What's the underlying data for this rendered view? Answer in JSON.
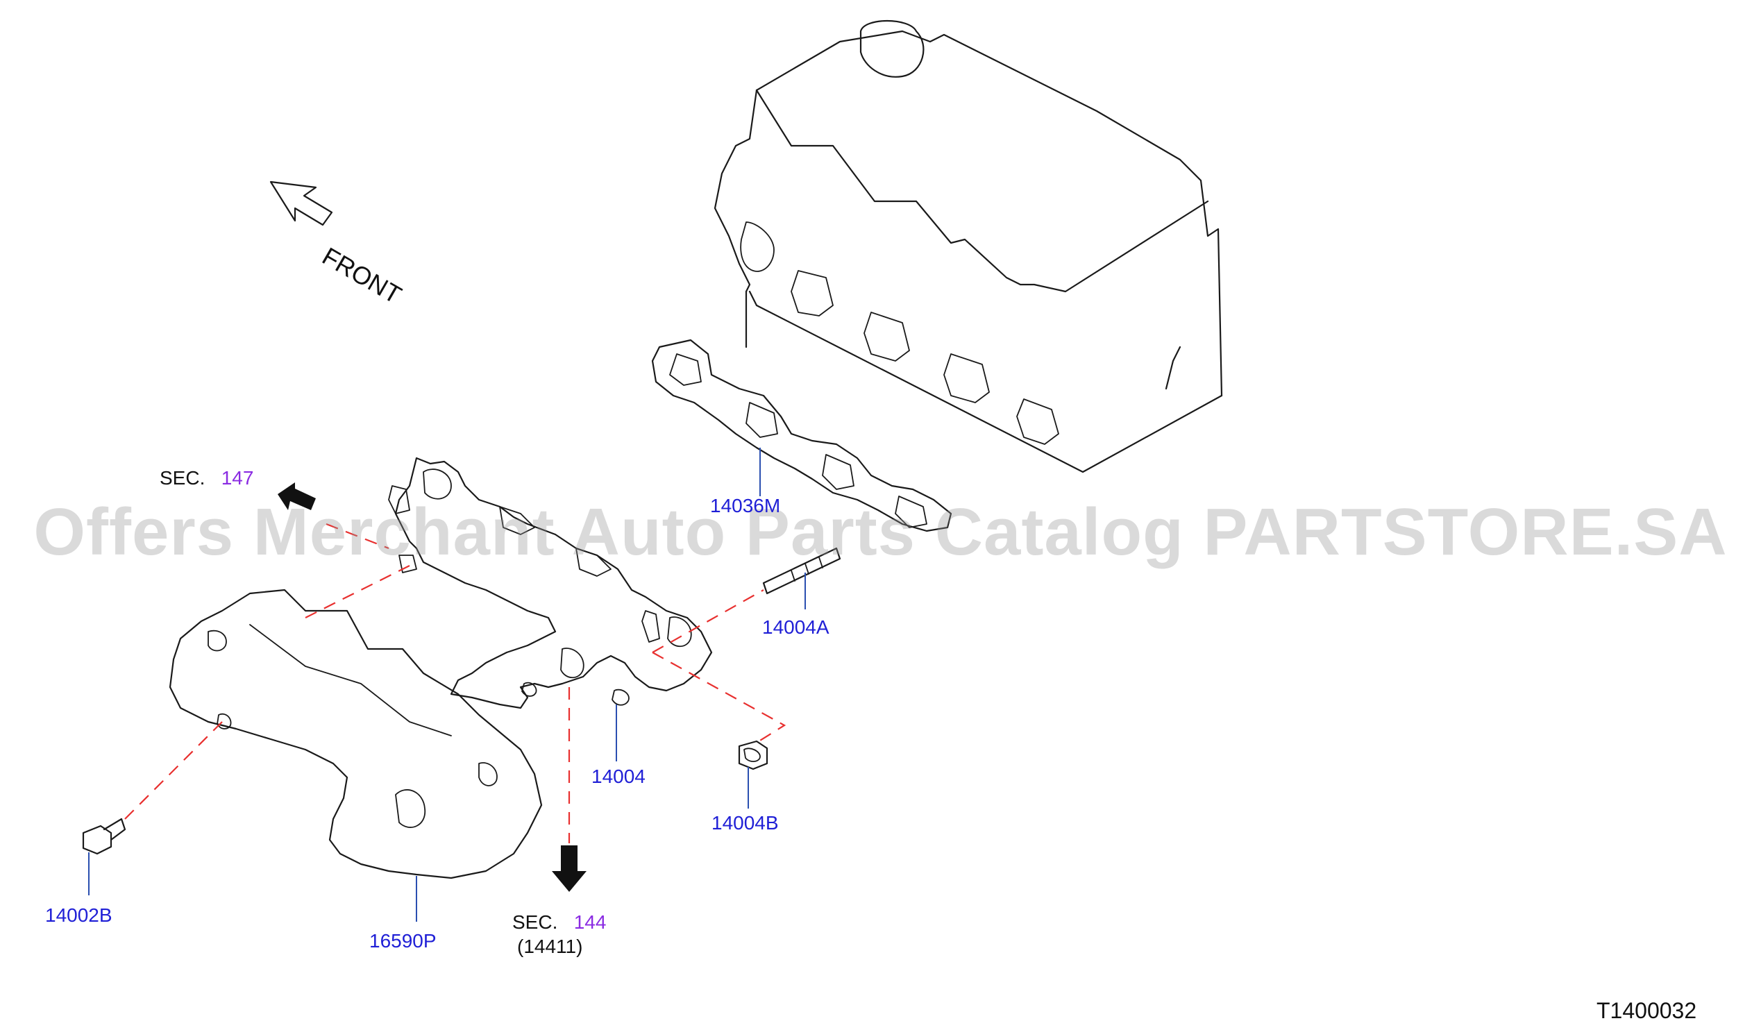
{
  "diagram": {
    "front_label": "FRONT",
    "watermark": "Offers Merchant Auto Parts Catalog PARTSTORE.SA",
    "diagram_code": "T1400032",
    "parts": {
      "p14036M": "14036M",
      "p14004A": "14004A",
      "p14004": "14004",
      "p14004B": "14004B",
      "p14002B": "14002B",
      "p16590P": "16590P"
    },
    "sections": {
      "sec147": {
        "prefix": "SEC.",
        "number": "147"
      },
      "sec144": {
        "prefix": "SEC.",
        "number": "144",
        "sub": "(14411)"
      }
    },
    "colors": {
      "part_label": "#1f1fd6",
      "section_number": "#8a2be2",
      "dash_line": "#e8302f",
      "leader_line": "#2a4fb0"
    }
  }
}
